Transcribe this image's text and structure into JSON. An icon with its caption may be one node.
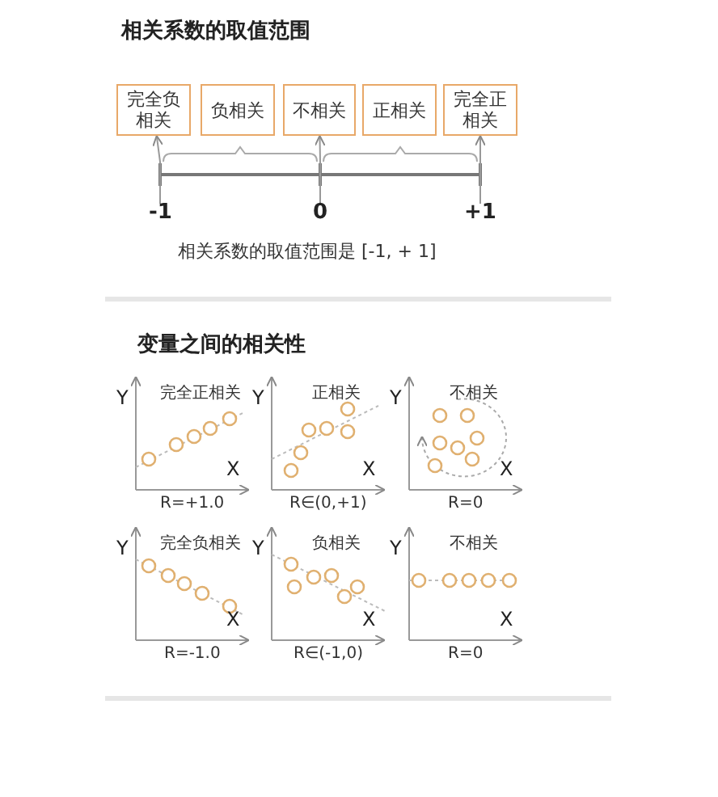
{
  "diagram": {
    "title": "相关系数的取值范围",
    "nodes": [
      {
        "text": [
          "完全负相关"
        ]
      },
      {
        "text": [
          "负相关"
        ]
      },
      {
        "text": [
          "不相关"
        ]
      },
      {
        "text": [
          "正相关"
        ]
      },
      {
        "text": [
          "完全正相关"
        ]
      },
      {
        "text": [
          "-1"
        ]
      },
      {
        "text": [
          "0"
        ]
      },
      {
        "text": [
          "+1"
        ]
      }
    ],
    "edges": [
      {
        "from": 5,
        "to": 0,
        "arrow": "to"
      },
      {
        "from": 6,
        "to": 2,
        "arrow": "to"
      },
      {
        "from": 7,
        "to": 4,
        "arrow": "to"
      }
    ],
    "labels": [
      "相关系数的取值范围是 [-1, + 1]",
      "变量之间的相关性",
      "完全正相关",
      "Y",
      "X",
      "R=+1.0",
      "正相关",
      "Y",
      "X",
      "R∈(0,+1)",
      "不相关",
      "Y",
      "X",
      "R=0",
      "完全负相关",
      "Y",
      "X",
      "R=-1.0",
      "负相关",
      "Y",
      "X",
      "R∈(-1,0)",
      "不相关",
      "Y",
      "X",
      "R=0"
    ]
  }
}
